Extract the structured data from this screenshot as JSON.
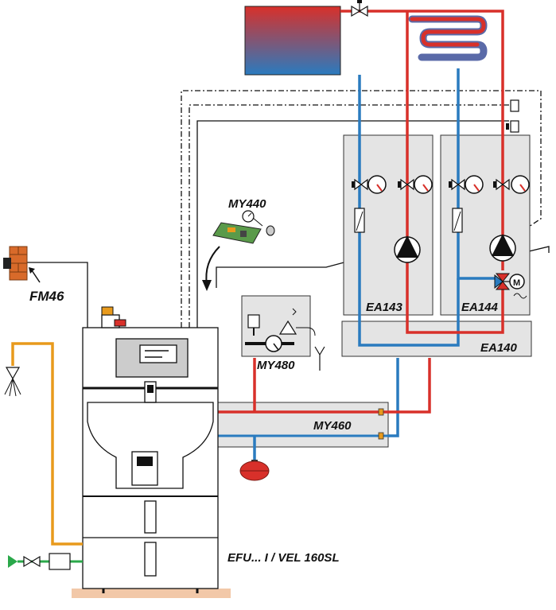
{
  "labels": {
    "fm46": "FM46",
    "my440": "MY440",
    "my480": "MY480",
    "my460": "MY460",
    "ea143": "EA143",
    "ea144": "EA144",
    "ea140": "EA140",
    "boiler": "EFU... I / VEL 160SL",
    "mixer_motor": "M"
  },
  "colors": {
    "supply": "#d8302a",
    "return": "#2a7bbf",
    "dhw": "#e89a1c",
    "cold": "#2aa84a",
    "module_fill": "#e4e4e4",
    "control": "#111111"
  }
}
